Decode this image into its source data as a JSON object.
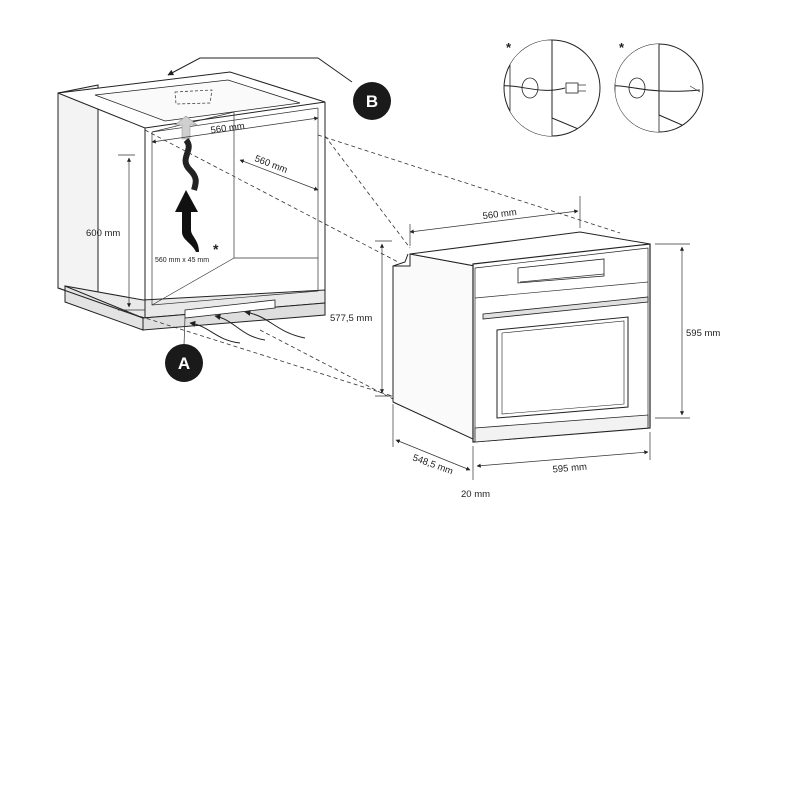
{
  "labels": {
    "cabinet_width_top": "560 mm",
    "cabinet_depth": "560 mm",
    "cabinet_height": "600 mm",
    "vent_opening": "560 mm x 45 mm",
    "asterisk": "*",
    "oven_width_top": "560 mm",
    "oven_body_height": "577,5 mm",
    "oven_front_height": "595 mm",
    "oven_depth": "548,5 mm",
    "oven_front_width": "595 mm",
    "oven_front_thickness": "20 mm"
  },
  "callouts": {
    "a": "A",
    "b": "B"
  },
  "colors": {
    "line": "#222222",
    "cabinet_side": "#f0f0f0",
    "badge": "#1a1a1a"
  },
  "icons": {
    "plug_detail": "plug-icon",
    "cable_detail": "cable-icon"
  }
}
